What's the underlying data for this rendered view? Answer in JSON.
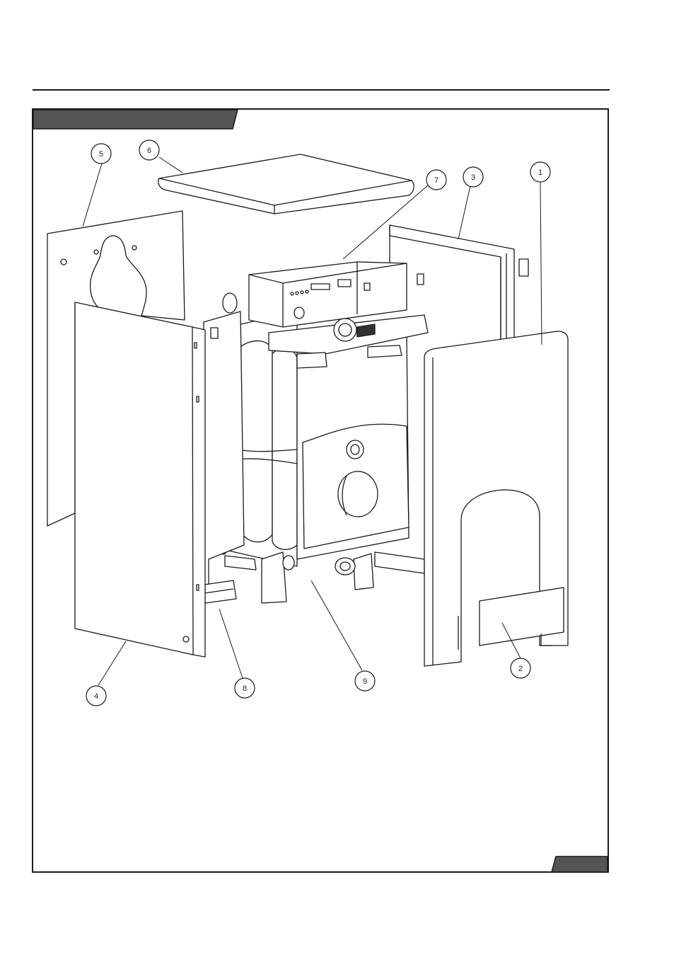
{
  "callouts": [
    {
      "label": "1"
    },
    {
      "label": "2"
    },
    {
      "label": "3"
    },
    {
      "label": "4"
    },
    {
      "label": "5"
    },
    {
      "label": "6"
    },
    {
      "label": "7"
    },
    {
      "label": "8"
    },
    {
      "label": "9"
    }
  ],
  "colors": {
    "line": "#1a1a1a",
    "tab_fill": "#555555",
    "panel_fill": "#ffffff"
  },
  "icons": {
    "exploded_view": "boiler-casing-exploded-view"
  }
}
